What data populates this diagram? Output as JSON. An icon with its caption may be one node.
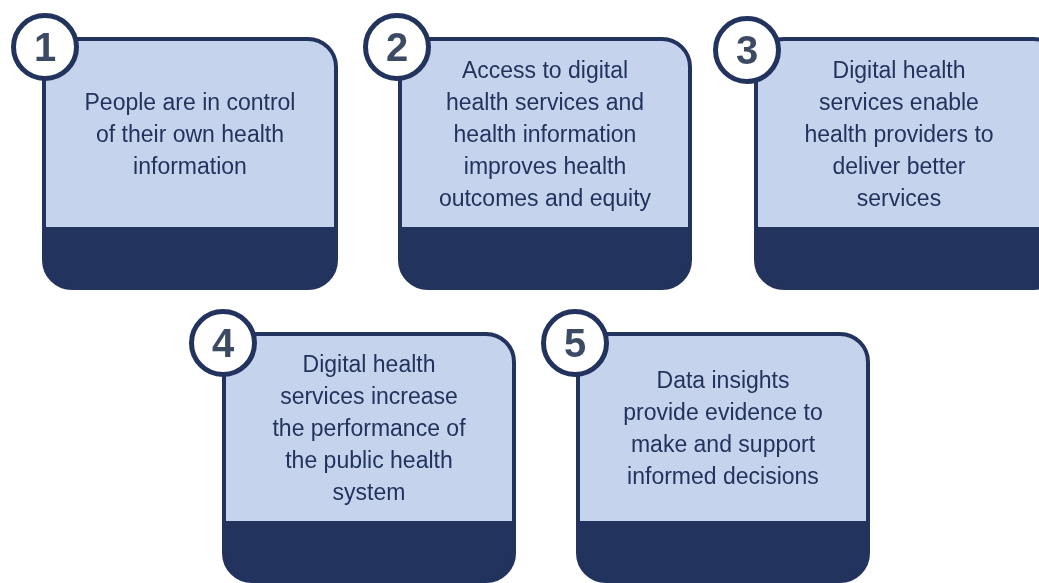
{
  "diagram": {
    "nodes": [
      {
        "text": [
          "1"
        ]
      },
      {
        "text": [
          "People are in control of their own health information"
        ]
      },
      {
        "text": [
          "2"
        ]
      },
      {
        "text": [
          "Access to digital health services and health information improves health outcomes and equity"
        ]
      },
      {
        "text": [
          "3"
        ]
      },
      {
        "text": [
          "Digital health services enable health providers to deliver better services"
        ]
      },
      {
        "text": [
          "4"
        ]
      },
      {
        "text": [
          "Digital health services increase the performance of the public health system"
        ]
      },
      {
        "text": [
          "5"
        ]
      },
      {
        "text": [
          "Data insights provide evidence to make and support informed decisions"
        ]
      }
    ]
  }
}
